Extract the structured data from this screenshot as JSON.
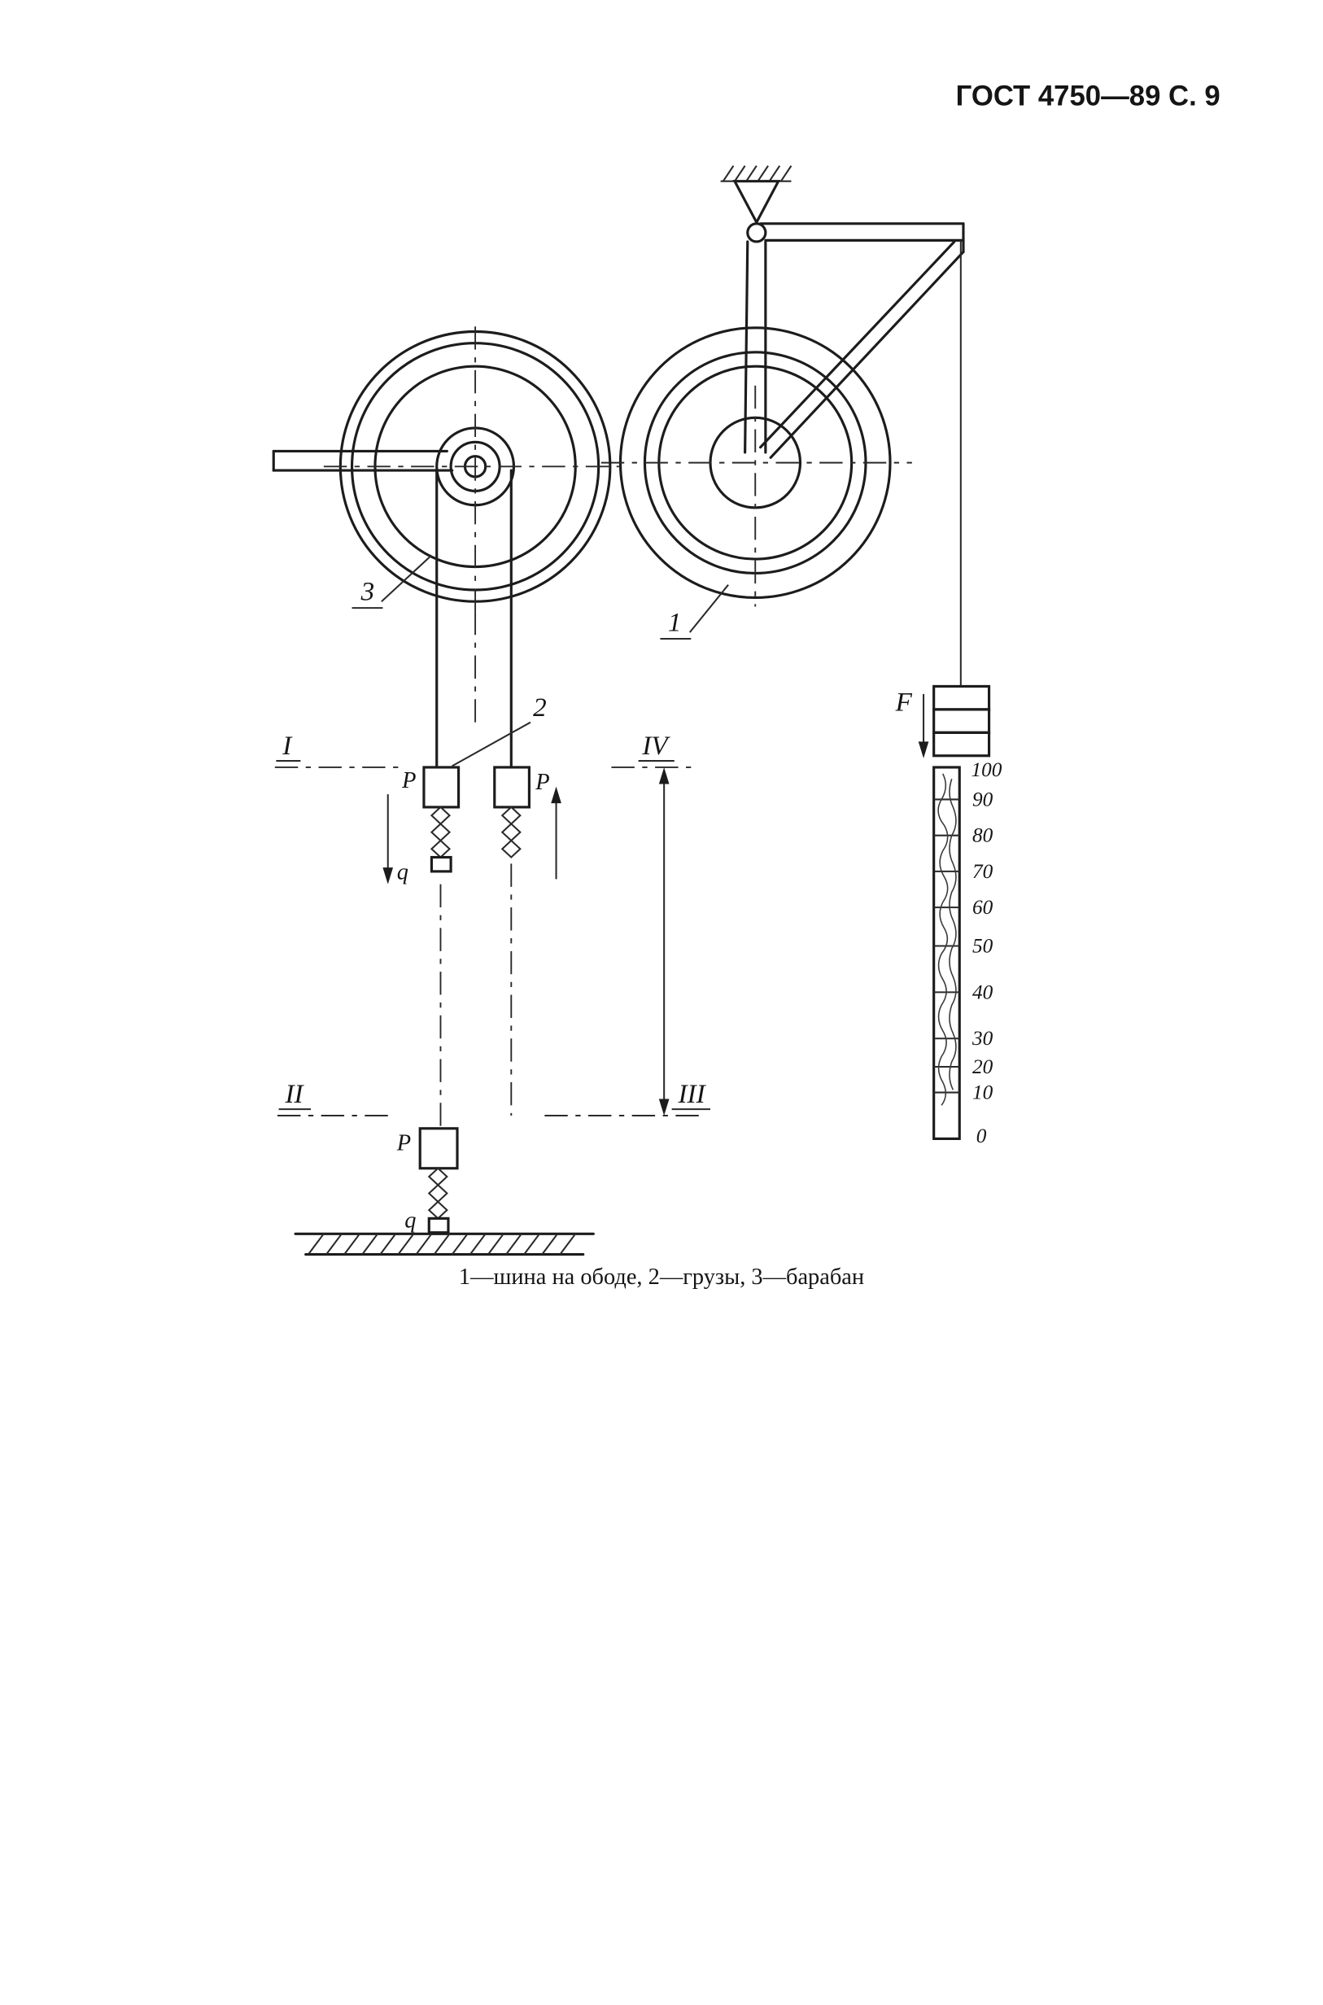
{
  "page": {
    "header": "ГОСТ 4750—89 С. 9",
    "caption": "1—шина на ободе, 2—грузы, 3—барабан"
  },
  "labels": {
    "drum": "3",
    "tire": "1",
    "weights": "2",
    "force": "F",
    "load_p": "P",
    "load_q": "q",
    "section_1": "I",
    "section_2": "II",
    "section_3": "III",
    "section_4": "IV"
  },
  "scale": {
    "ticks": [
      "100",
      "90",
      "80",
      "70",
      "60",
      "50",
      "40",
      "30",
      "20",
      "10",
      "0"
    ]
  }
}
